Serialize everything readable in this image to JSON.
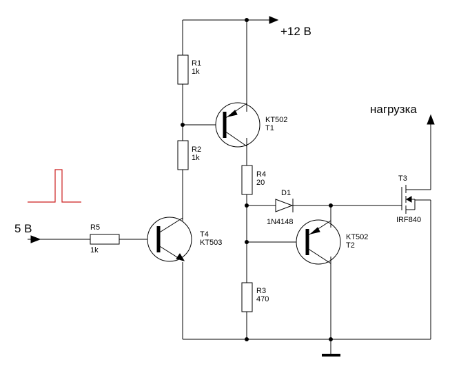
{
  "supply_label": "+12 B",
  "input_label": "5 B",
  "load_label": "нагрузка",
  "components": {
    "R1": {
      "ref": "R1",
      "value": "1k"
    },
    "R2": {
      "ref": "R2",
      "value": "1k"
    },
    "R3": {
      "ref": "R3",
      "value": "470"
    },
    "R4": {
      "ref": "R4",
      "value": "20"
    },
    "R5": {
      "ref": "R5",
      "value": "1k"
    },
    "T1": {
      "ref": "T1",
      "model": "KT502"
    },
    "T2": {
      "ref": "T2",
      "model": "KT502"
    },
    "T4": {
      "ref": "T4",
      "model": "KT503"
    },
    "T3": {
      "ref": "T3",
      "model": "IRF840"
    },
    "D1": {
      "ref": "D1",
      "model": "1N4148"
    }
  },
  "colors": {
    "wire": "#000000",
    "pulse": "#cc1f1f",
    "background": "#ffffff"
  }
}
